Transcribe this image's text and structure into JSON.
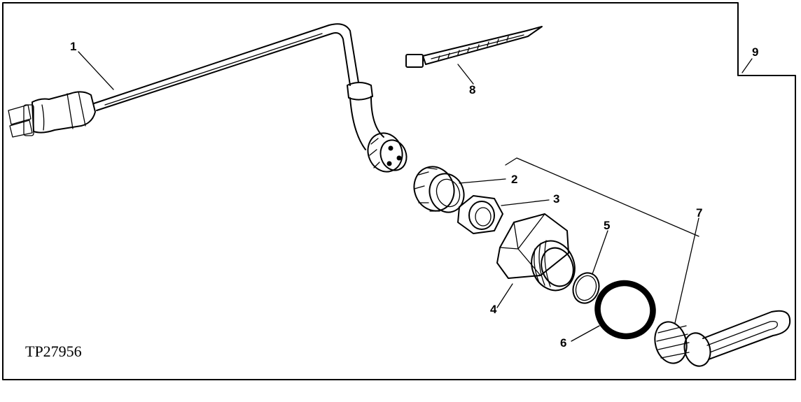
{
  "figure": {
    "id_label": "TP27956",
    "callouts": [
      "1",
      "2",
      "3",
      "4",
      "5",
      "6",
      "7",
      "8",
      "9"
    ]
  }
}
